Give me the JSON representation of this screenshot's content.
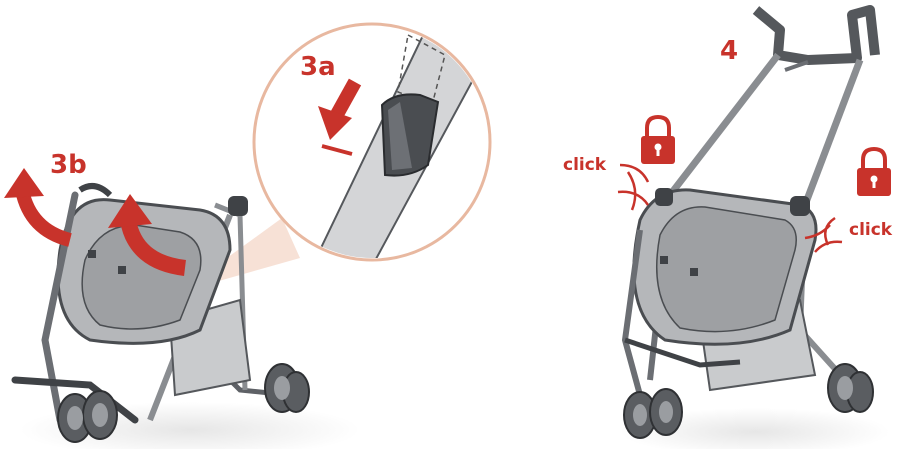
{
  "steps": {
    "step_3a": "3a",
    "step_3b": "3b",
    "step_4": "4"
  },
  "sounds": {
    "click_left": "click",
    "click_right": "click"
  },
  "icons": {
    "lock_left": "padlock-icon",
    "lock_right": "padlock-icon",
    "arrow_3a": "down-arrow-icon",
    "arrow_3b_a": "curved-arrow-icon",
    "arrow_3b_b": "curved-arrow-icon"
  },
  "colors": {
    "accent": "#c8332b",
    "zoom_circle": "#e8b8a0",
    "frame": "#6b6e73",
    "seat": "#a9abae",
    "shadow": "#eeeeee"
  }
}
